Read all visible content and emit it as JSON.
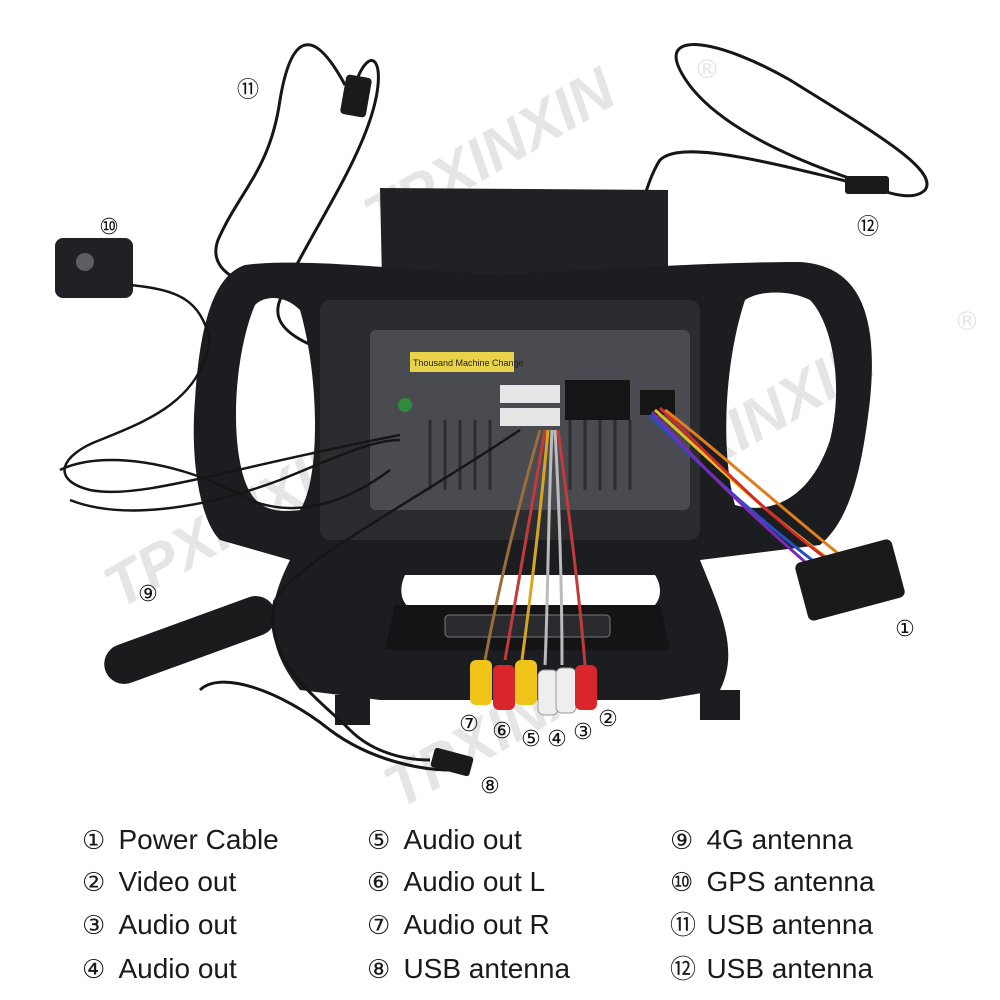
{
  "watermark": {
    "brand": "TPXINXIN",
    "registered_mark": "®"
  },
  "device": {
    "tag": "Thousand Machine Change"
  },
  "callouts": [
    {
      "num": "①"
    },
    {
      "num": "②"
    },
    {
      "num": "③"
    },
    {
      "num": "④"
    },
    {
      "num": "⑤"
    },
    {
      "num": "⑥"
    },
    {
      "num": "⑦"
    },
    {
      "num": "⑧"
    },
    {
      "num": "⑨"
    },
    {
      "num": "⑩"
    },
    {
      "num": "⑪"
    },
    {
      "num": "⑫"
    }
  ],
  "legend": [
    {
      "num": "①",
      "label": "Power Cable"
    },
    {
      "num": "②",
      "label": "Video out"
    },
    {
      "num": "③",
      "label": "Audio out"
    },
    {
      "num": "④",
      "label": "Audio out"
    },
    {
      "num": "⑤",
      "label": "Audio out"
    },
    {
      "num": "⑥",
      "label": "Audio out L"
    },
    {
      "num": "⑦",
      "label": "Audio out R"
    },
    {
      "num": "⑧",
      "label": "USB antenna"
    },
    {
      "num": "⑨",
      "label": "4G antenna"
    },
    {
      "num": "⑩",
      "label": "GPS antenna"
    },
    {
      "num": "⑪",
      "label": "USB antenna"
    },
    {
      "num": "⑫",
      "label": "USB antenna"
    }
  ],
  "colors": {
    "frame": "#1c1d20",
    "cable": "#161616",
    "rca_yellow": "#f0c419",
    "rca_red": "#d8262c",
    "rca_white": "#eeeeee"
  }
}
